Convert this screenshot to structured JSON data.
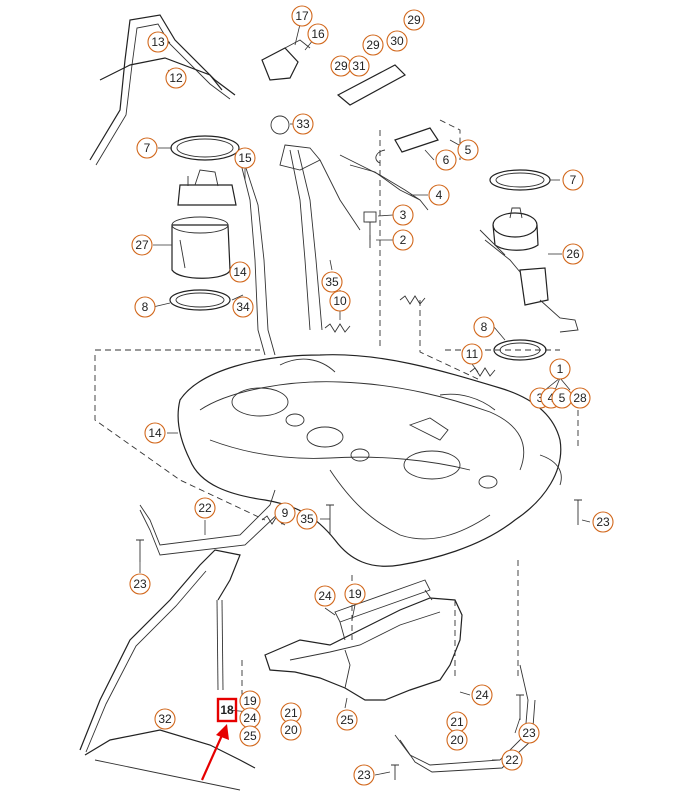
{
  "diagram": {
    "highlight_color": "#e60000",
    "callout_color": "#d2691e",
    "callouts": [
      "13",
      "12",
      "17",
      "16",
      "29",
      "29",
      "30",
      "29",
      "31",
      "33",
      "7",
      "15",
      "5",
      "6",
      "7",
      "4",
      "3",
      "2",
      "27",
      "14",
      "35",
      "10",
      "26",
      "8",
      "34",
      "8",
      "11",
      "1",
      "3",
      "4",
      "5",
      "28",
      "14",
      "22",
      "9",
      "35",
      "23",
      "23",
      "24",
      "19",
      "32",
      "19",
      "24",
      "25",
      "21",
      "20",
      "25",
      "24",
      "21",
      "20",
      "23",
      "23",
      "22"
    ],
    "highlighted_label": "18"
  }
}
